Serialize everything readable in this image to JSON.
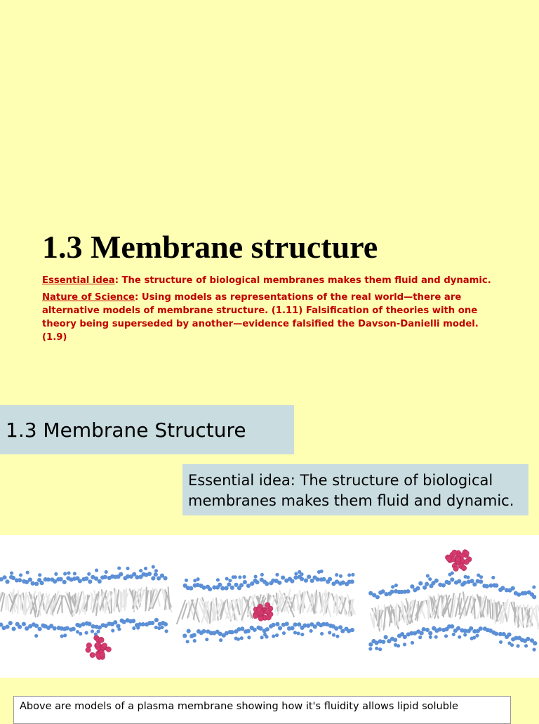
{
  "title": "1.3 Membrane structure",
  "intro": {
    "essential_label": "Essential idea",
    "essential_text": ": The structure of biological membranes makes them fluid and dynamic.",
    "nos_label": "Nature of Science",
    "nos_text": ": Using models as representations of the real world—there are alternative models of membrane structure. (1.11) Falsification of theories with one theory being superseded by another—evidence falsified the Davson-Danielli model. (1.9)"
  },
  "banner_title": "1.3 Membrane Structure",
  "essential_box": "Essential idea: The structure of biological membranes makes them fluid and dynamic.",
  "caption": "Above are models of a plasma membrane showing how it's fluidity allows lipid soluble",
  "colors": {
    "background": "#ffffb3",
    "intro_text": "#c00000",
    "box_fill": "#c9dce0",
    "head_groups": "#5b8fd6",
    "lipid_tails": "#b8b8b8",
    "molecule": "#d63a6e"
  },
  "figure": {
    "panels": [
      {
        "name": "membrane-model-1",
        "molecule_position": "below membrane"
      },
      {
        "name": "membrane-model-2",
        "molecule_position": "inside membrane"
      },
      {
        "name": "membrane-model-3",
        "molecule_position": "above membrane"
      }
    ]
  }
}
